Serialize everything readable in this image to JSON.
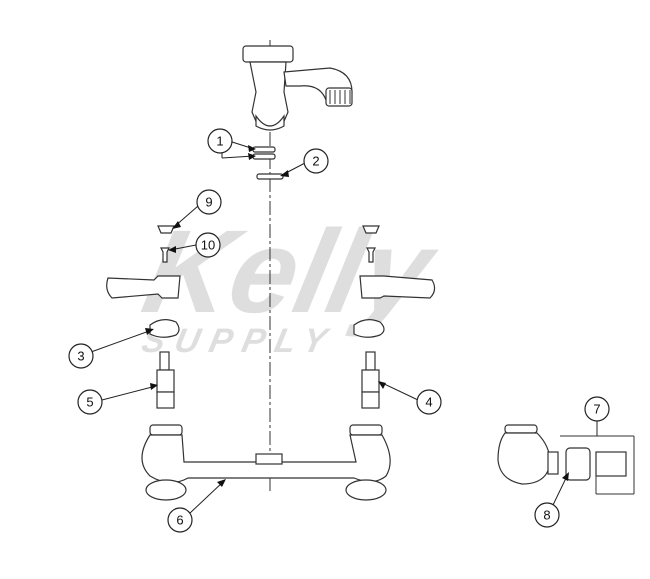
{
  "watermark": {
    "brand": "Kelly",
    "sub": "SUPPLY"
  },
  "callouts": [
    {
      "id": "c1",
      "label": "1"
    },
    {
      "id": "c2",
      "label": "2"
    },
    {
      "id": "c3",
      "label": "3"
    },
    {
      "id": "c4",
      "label": "4"
    },
    {
      "id": "c5",
      "label": "5"
    },
    {
      "id": "c6",
      "label": "6"
    },
    {
      "id": "c7",
      "label": "7"
    },
    {
      "id": "c8",
      "label": "8"
    },
    {
      "id": "c9",
      "label": "9"
    },
    {
      "id": "c10",
      "label": "10"
    }
  ],
  "colors": {
    "line": "#333333",
    "watermark": "#d9d9d9",
    "background": "#ffffff"
  }
}
